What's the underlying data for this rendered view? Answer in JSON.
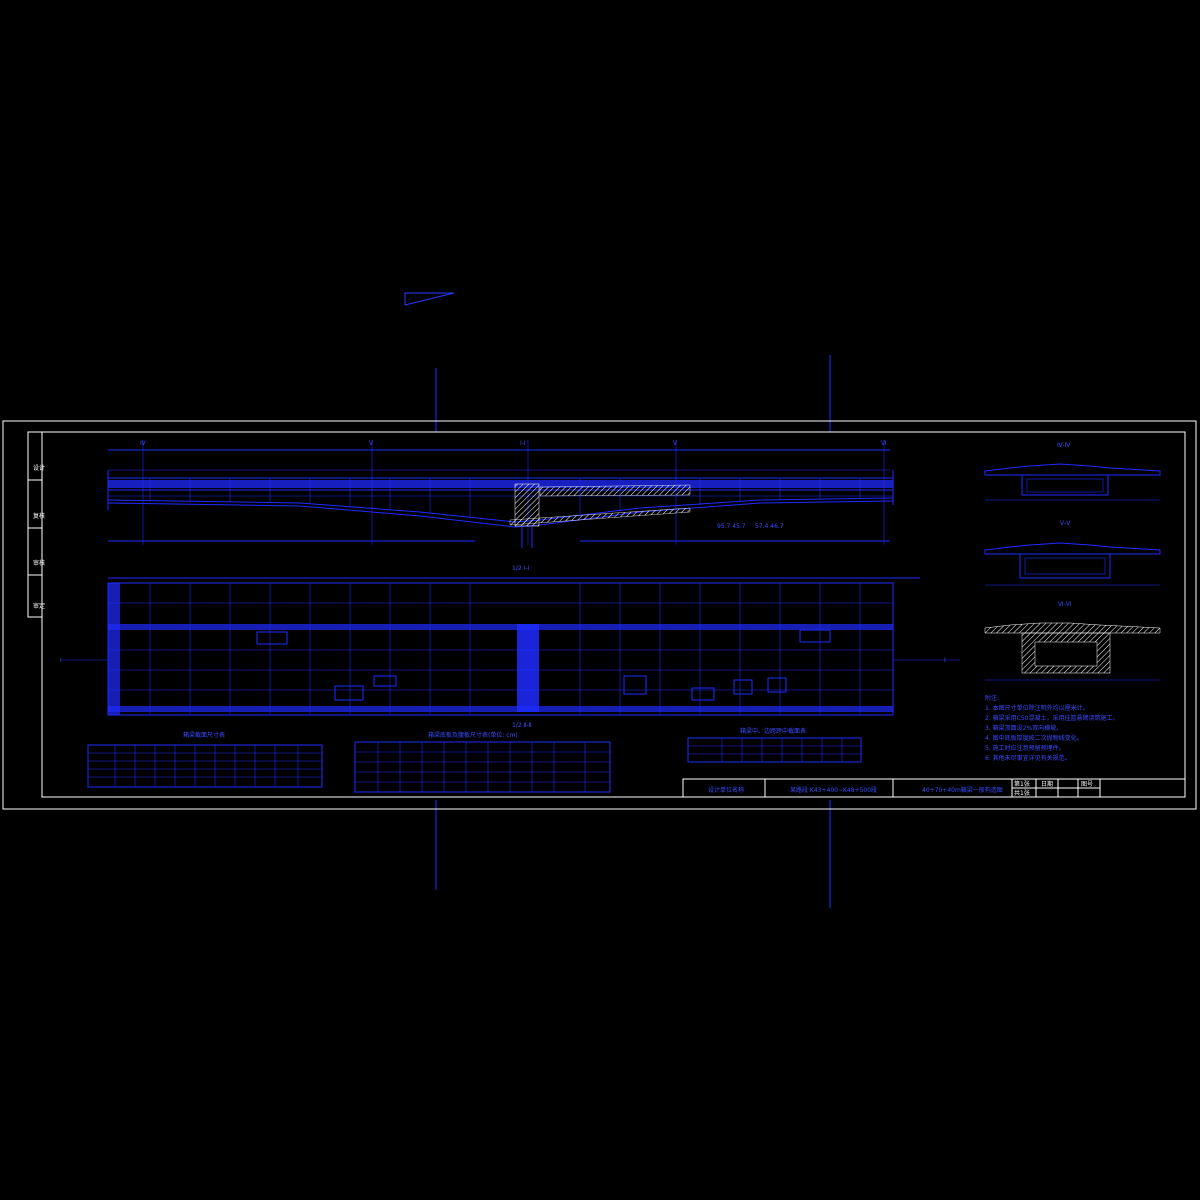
{
  "title_block": {
    "company": "设计单位名称",
    "project": "某路段 K43+400~K48+500段",
    "drawing_title": "40+70+40m箱梁一般构造图",
    "sheet": "第1张",
    "total": "共1张",
    "label_date": "日期",
    "label_no": "图号"
  },
  "side_strip": {
    "cells": [
      "设计",
      "复核",
      "审核",
      "审定"
    ]
  },
  "section_labels": {
    "elevation": "1/2 Ⅰ-Ⅰ",
    "plan": "1/2 Ⅱ-Ⅱ",
    "sec_iv": "Ⅳ-Ⅳ",
    "sec_v": "Ⅴ-Ⅴ",
    "sec_vi": "Ⅵ-Ⅵ"
  },
  "axis_marks": {
    "top": [
      "Ⅳ",
      "Ⅴ",
      "Ⅰ-Ⅰ",
      "Ⅴ",
      "Ⅵ"
    ],
    "side_left": "Ⅰ",
    "side_right": "Ⅰ"
  },
  "dimension_text": {
    "mid_left": "95.7  45.7",
    "mid_right": "57.4  46.7"
  },
  "tables": {
    "table1_title": "箱梁截面尺寸表",
    "table2_title": "箱梁底板及腹板尺寸表(单位: cm)",
    "table3_title": "箱梁中、边跨跨中截面表"
  },
  "notes": {
    "title": "附注:",
    "lines": [
      "1. 本图尺寸单位除注明外均以厘米计。",
      "2. 箱梁采用C50混凝土，采用挂篮悬臂浇筑施工。",
      "3. 箱梁顶面设2%双向横坡。",
      "4. 图中底板厚度按二次抛物线变化。",
      "5. 施工时应注意预留预埋件。",
      "6. 其他未尽事宜详见有关规范。"
    ]
  },
  "colors": {
    "background": "#000000",
    "line": "#1f2bff",
    "frame": "#ffffff"
  }
}
